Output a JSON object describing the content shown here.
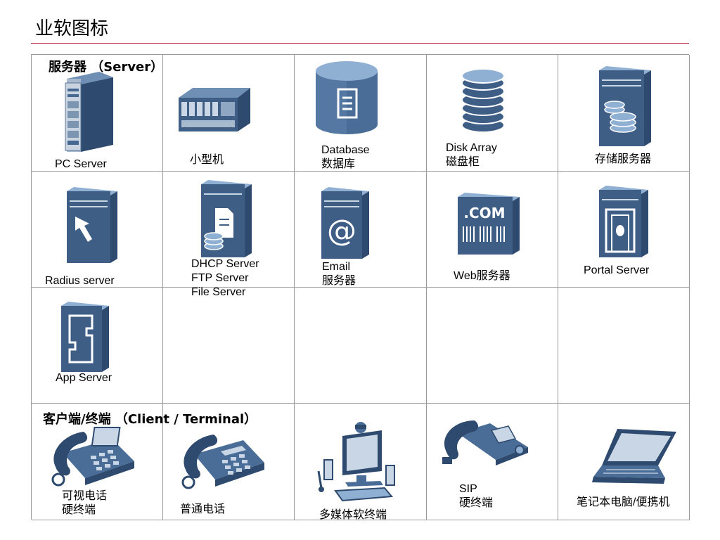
{
  "title": "业软图标",
  "sections": {
    "server": "服务器 （Server）",
    "client": "客户端/终端 （Client / Terminal）"
  },
  "servers": [
    {
      "label": "PC Server"
    },
    {
      "label": "小型机"
    },
    {
      "label": "Database",
      "label2": "数据库"
    },
    {
      "label": "Disk Array",
      "label2": "磁盘柜"
    },
    {
      "label": "存储服务器"
    },
    {
      "label": "Radius server"
    },
    {
      "label": "DHCP Server",
      "label2": "FTP Server",
      "label3": "File Server"
    },
    {
      "label": "Email",
      "label2": "服务器"
    },
    {
      "label": "Web服务器"
    },
    {
      "label": "Portal Server"
    },
    {
      "label": "App Server"
    }
  ],
  "clients": [
    {
      "label": "可视电话",
      "label2": "硬终端"
    },
    {
      "label": "普通电话"
    },
    {
      "label": "多媒体软终端"
    },
    {
      "label": "SIP",
      "label2": "硬终端"
    },
    {
      "label": "笔记本电脑/便携机"
    }
  ],
  "icons": {
    "email_glyph": "@",
    "web_glyph": ".COM"
  },
  "colors": {
    "title_rule": "#c0203a",
    "icon_dark": "#2e4a6e",
    "icon_mid": "#4a6d97",
    "icon_light": "#8fb0d3"
  }
}
